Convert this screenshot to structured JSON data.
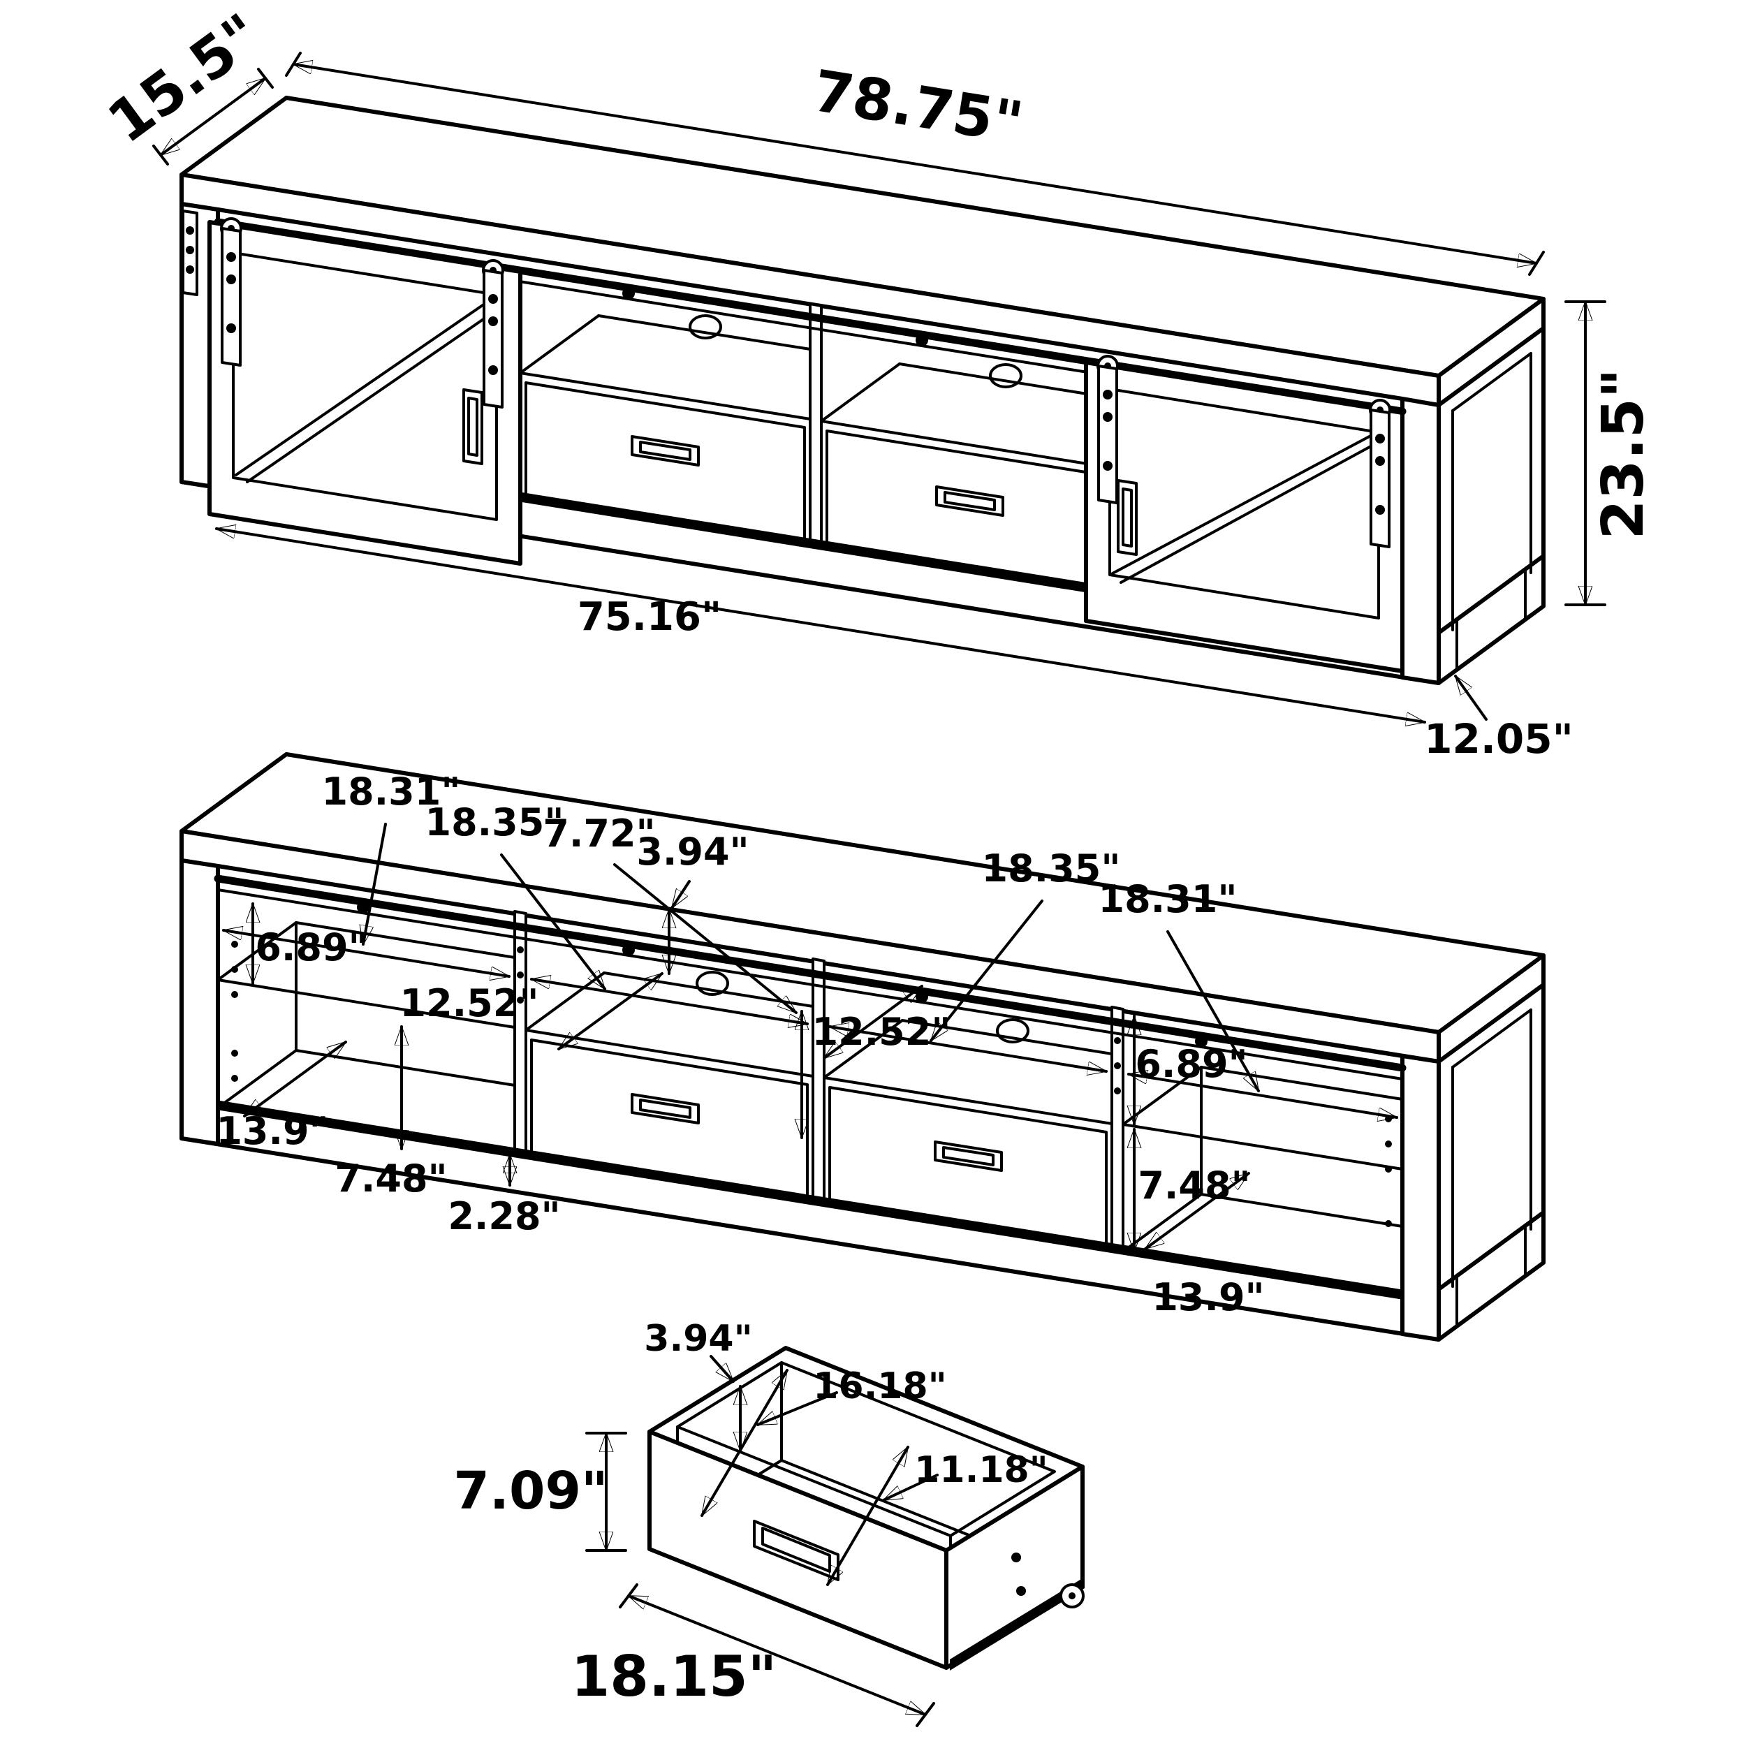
{
  "assembled": {
    "width": "78.75\"",
    "depth": "15.5\"",
    "height": "23.5\"",
    "base_width": "75.16\"",
    "leg_depth": "12.05\""
  },
  "interior": {
    "left_width": "18.31\"",
    "center_left_width": "18.35\"",
    "upper_compartment_height": "7.72\"",
    "top_rail_height": "3.94\"",
    "center_right_width": "18.35\"",
    "right_width": "18.31\"",
    "left_upper_height": "6.89\"",
    "left_shelf_depth": "12.52\"",
    "left_compartment_depth": "13.9\"",
    "left_lower_height": "7.48\"",
    "bottom_rail_height": "2.28\"",
    "right_shelf_depth": "12.52\"",
    "right_upper_height": "6.89\"",
    "right_lower_height": "7.48\"",
    "right_compartment_depth": "13.9\""
  },
  "drawer": {
    "front_height": "7.09\"",
    "back_height": "3.94\"",
    "interior_length": "16.18\"",
    "interior_width": "11.18\"",
    "width": "18.15\""
  }
}
